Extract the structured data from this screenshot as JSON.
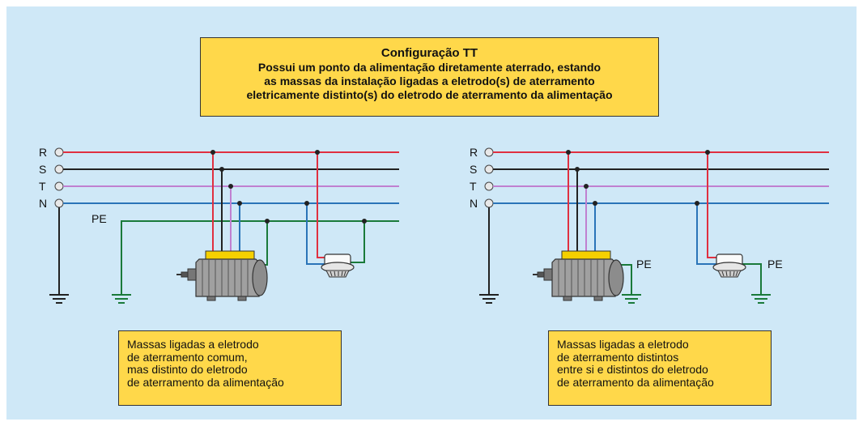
{
  "title": "Configuração TT",
  "description_lines": [
    "Possui um ponto da alimentação diretamente aterrado, estando",
    "as massas da instalação ligadas a eletrodo(s) de aterramento",
    "eletricamente distinto(s) do eletrodo de aterramento da alimentação"
  ],
  "conductor_labels": [
    "R",
    "S",
    "T",
    "N"
  ],
  "pe_label": "PE",
  "note_left_lines": [
    "Massas ligadas a eletrodo",
    "de aterramento comum,",
    "mas distinto do eletrodo",
    "de aterramento da alimentação"
  ],
  "note_right_lines": [
    "Massas ligadas a eletrodo",
    "de aterramento distintos",
    "entre si e distintos do eletrodo",
    "de aterramento da alimentação"
  ],
  "colors": {
    "R": "#e03040",
    "S": "#222222",
    "T": "#c080d0",
    "N": "#2a74b8",
    "PE": "#1a7a3a",
    "background": "#cfe8f7",
    "box": "#ffd84a"
  }
}
